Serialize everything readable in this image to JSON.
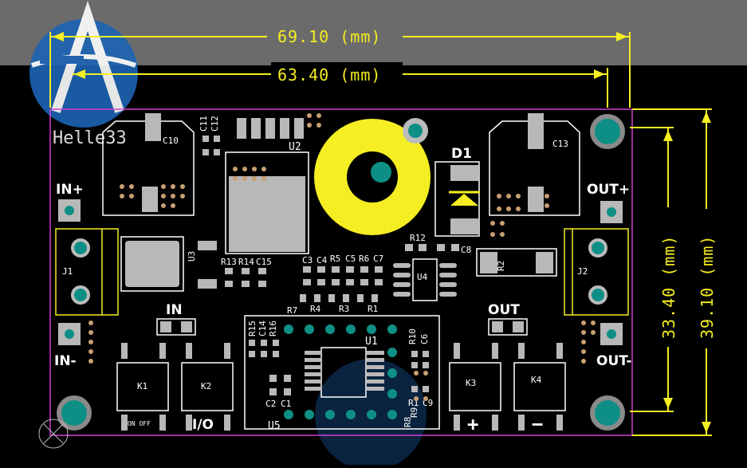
{
  "dimensions": {
    "width_outer": "69.10 (mm)",
    "width_inner": "63.40 (mm)",
    "height_inner": "33.40 (mm)",
    "height_outer": "39.10 (mm)"
  },
  "watermark": {
    "text": "Helle33"
  },
  "labels": {
    "in_plus": "IN+",
    "in_minus": "IN-",
    "out_plus": "OUT+",
    "out_minus": "OUT-",
    "in": "IN",
    "out": "OUT",
    "io": "I/O",
    "plus": "+",
    "minus": "−",
    "k1": "K1",
    "k2": "K2",
    "k3": "K3",
    "k4": "K4",
    "on_off": "ON OFF",
    "j1": "J1",
    "j2": "J2",
    "u1": "U1",
    "u2": "U2",
    "u3": "U3",
    "u4": "U4",
    "u5": "U5",
    "d1": "D1",
    "c10": "C10",
    "c13": "C13",
    "c11": "C11",
    "c12": "C12",
    "c1": "C1",
    "c2": "C2",
    "c3": "C3",
    "c4": "C4",
    "c5": "C5",
    "c6": "C6",
    "c7": "C7",
    "c8": "C8",
    "c9": "C9",
    "c14": "C14",
    "c15": "C15",
    "r1": "R1",
    "r2": "R2",
    "r3": "R3",
    "r4": "R4",
    "r5": "R5",
    "r6": "R6",
    "r7": "R7",
    "r8": "R8",
    "r9": "R9",
    "r10": "R10",
    "r12": "R12",
    "r13": "R13",
    "r14": "R14",
    "r15": "R15",
    "r16": "R16"
  },
  "colors": {
    "board": "#000000",
    "header_band": "#6b6b6b",
    "dimension": "#f5ee22",
    "silkscreen": "#ffffff",
    "mounting_hole": "#0e8f86",
    "pad": "#b8b8b8",
    "outline": "#d040d0"
  }
}
